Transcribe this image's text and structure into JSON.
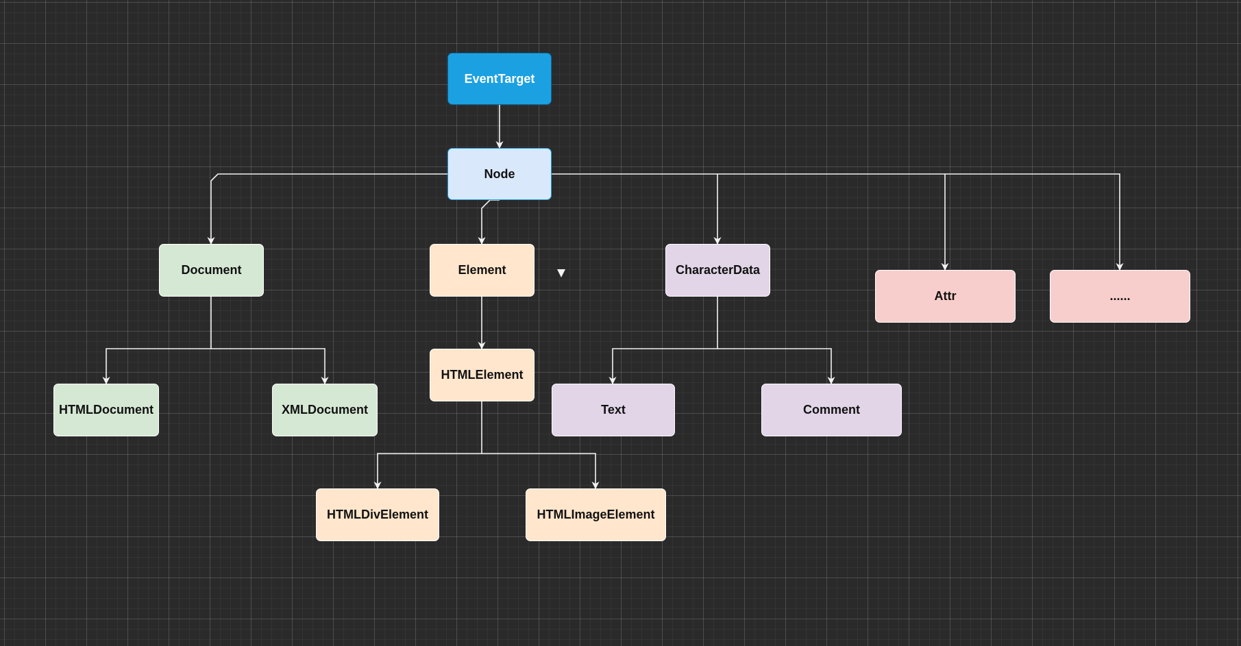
{
  "diagram": {
    "nodes": [
      {
        "id": "eventtarget",
        "label": "EventTarget",
        "fill": "#1ba1e2",
        "text": "#ffffff",
        "border": "#0e6aa0"
      },
      {
        "id": "node",
        "label": "Node",
        "fill": "#dae8fc",
        "text": "#111111",
        "border": "#1ba1e2"
      },
      {
        "id": "document",
        "label": "Document",
        "fill": "#d5e8d4",
        "text": "#111111",
        "border": "#ffffff"
      },
      {
        "id": "element",
        "label": "Element",
        "fill": "#ffe6cc",
        "text": "#111111",
        "border": "#ffffff"
      },
      {
        "id": "characterdata",
        "label": "CharacterData",
        "fill": "#e1d5e7",
        "text": "#111111",
        "border": "#ffffff"
      },
      {
        "id": "attr",
        "label": "Attr",
        "fill": "#f8cecc",
        "text": "#111111",
        "border": "#ffffff"
      },
      {
        "id": "more",
        "label": "......",
        "fill": "#f8cecc",
        "text": "#111111",
        "border": "#ffffff"
      },
      {
        "id": "htmldocument",
        "label": "HTMLDocument",
        "fill": "#d5e8d4",
        "text": "#111111",
        "border": "#ffffff"
      },
      {
        "id": "xmldocument",
        "label": "XMLDocument",
        "fill": "#d5e8d4",
        "text": "#111111",
        "border": "#ffffff"
      },
      {
        "id": "htmlelement",
        "label": "HTMLElement",
        "fill": "#ffe6cc",
        "text": "#111111",
        "border": "#ffffff"
      },
      {
        "id": "text",
        "label": "Text",
        "fill": "#e1d5e7",
        "text": "#111111",
        "border": "#ffffff"
      },
      {
        "id": "comment",
        "label": "Comment",
        "fill": "#e1d5e7",
        "text": "#111111",
        "border": "#ffffff"
      },
      {
        "id": "htmldivelement",
        "label": "HTMLDivElement",
        "fill": "#ffe6cc",
        "text": "#111111",
        "border": "#ffffff"
      },
      {
        "id": "htmlimageelement",
        "label": "HTMLImageElement",
        "fill": "#ffe6cc",
        "text": "#111111",
        "border": "#ffffff"
      }
    ],
    "edges": [
      {
        "from": "eventtarget",
        "to": "node"
      },
      {
        "from": "node",
        "to": "document"
      },
      {
        "from": "node",
        "to": "element"
      },
      {
        "from": "node",
        "to": "characterdata"
      },
      {
        "from": "node",
        "to": "attr"
      },
      {
        "from": "node",
        "to": "more"
      },
      {
        "from": "document",
        "to": "htmldocument"
      },
      {
        "from": "document",
        "to": "xmldocument"
      },
      {
        "from": "element",
        "to": "htmlelement"
      },
      {
        "from": "characterdata",
        "to": "text"
      },
      {
        "from": "characterdata",
        "to": "comment"
      },
      {
        "from": "htmlelement",
        "to": "htmldivelement"
      },
      {
        "from": "htmlelement",
        "to": "htmlimageelement"
      }
    ],
    "colors": {
      "background": "#2a2a2a",
      "connector": "#f2f2f2"
    }
  }
}
